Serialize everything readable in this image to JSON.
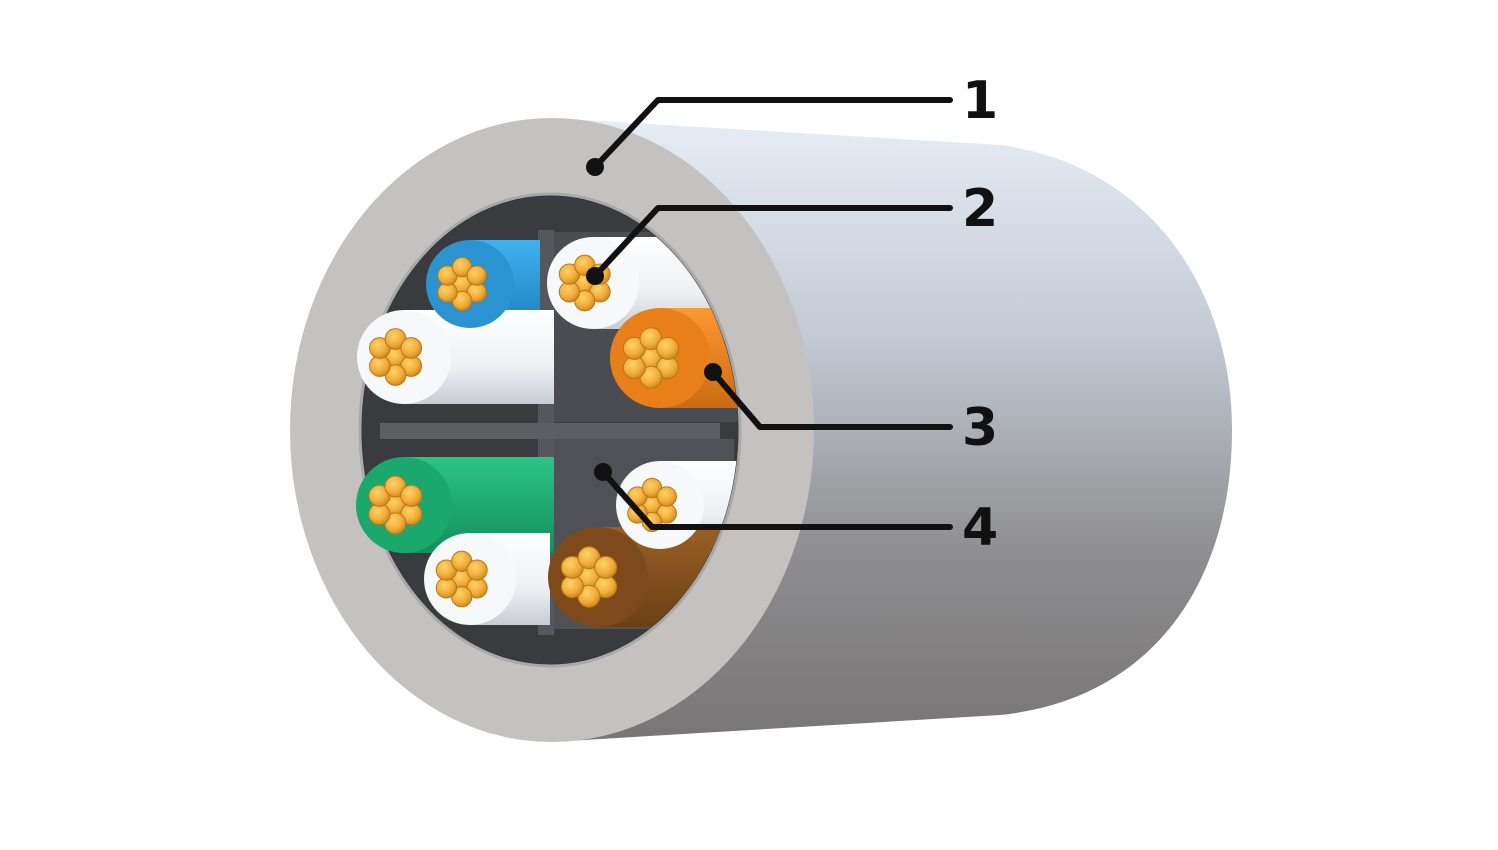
{
  "colors": {
    "jacket_face": "#c4c2c1",
    "jacket_light": "#e4ebf3",
    "jacket_dark": "#7d7b7b",
    "core_background": "#2f2f31",
    "separator": "#55575c",
    "copper": "#e8a53a",
    "insulation_white": "#f2f4f7",
    "blue": "#2f9fdc",
    "orange": "#f28a1e",
    "green": "#1fb074",
    "brown": "#8a5420",
    "leader": "#111111"
  },
  "callouts": [
    {
      "label": "1",
      "part": "outer-jacket"
    },
    {
      "label": "2",
      "part": "copper-conductor"
    },
    {
      "label": "3",
      "part": "wire-insulation"
    },
    {
      "label": "4",
      "part": "cross-separator"
    }
  ],
  "conductors": [
    {
      "pair": "blue",
      "insulation": "blue"
    },
    {
      "pair": "blue",
      "insulation": "white"
    },
    {
      "pair": "orange",
      "insulation": "white"
    },
    {
      "pair": "orange",
      "insulation": "orange"
    },
    {
      "pair": "green",
      "insulation": "green"
    },
    {
      "pair": "green",
      "insulation": "white"
    },
    {
      "pair": "brown",
      "insulation": "white"
    },
    {
      "pair": "brown",
      "insulation": "brown"
    }
  ]
}
